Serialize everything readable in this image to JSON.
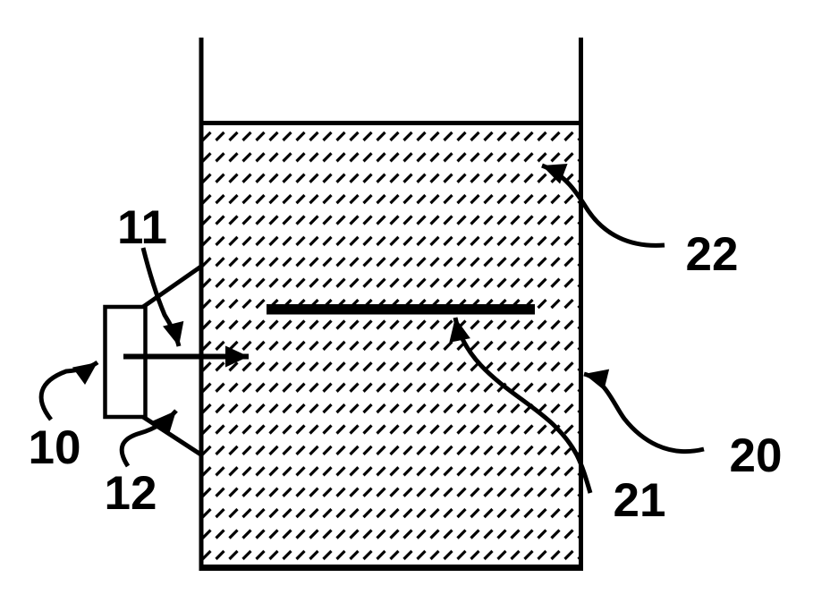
{
  "figure": {
    "background_color": "#ffffff",
    "ink_color": "#000000",
    "arrowhead_style": "solid-triangle",
    "fill_pattern": "diagonal-hatch",
    "labels": {
      "ref10": "10",
      "ref11": "11",
      "ref12": "12",
      "ref20": "20",
      "ref21": "21",
      "ref22": "22"
    }
  }
}
